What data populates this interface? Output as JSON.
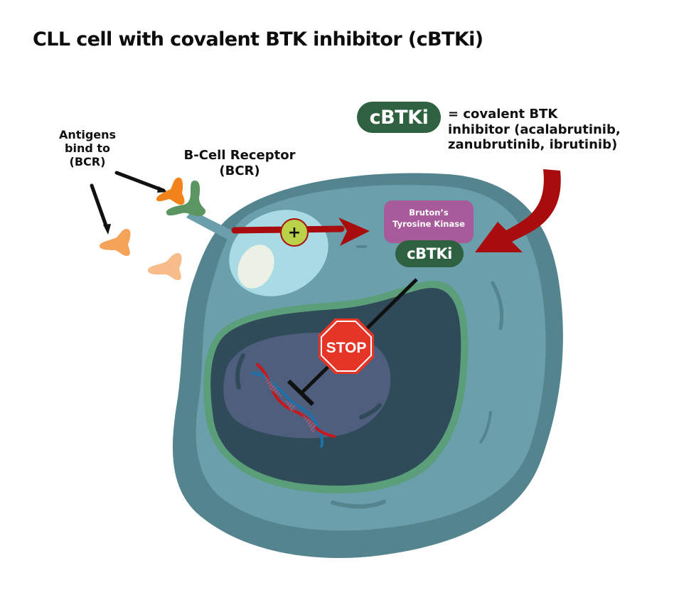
{
  "title": "CLL cell with covalent BTK inhibitor (cBTKi)",
  "labels": {
    "antigens": [
      "Antigens",
      "bind to",
      "(BCR)"
    ],
    "bcr": [
      "B-Cell Receptor",
      "(BCR)"
    ],
    "btk": [
      "Bruton’s",
      "Tyrosine Kinase"
    ],
    "cbtki_on_cell": "cBTKi",
    "stop": "STOP",
    "plus": "+"
  },
  "legend": {
    "pill": "cBTKi",
    "definition": [
      "= covalent BTK",
      "inhibitor (acalabrutinib,",
      "zanubrutinib, ibrutinib)"
    ]
  },
  "colors": {
    "cell_outer": "#54858f",
    "cell_inner": "#6a9fab",
    "nucleus_rim": "#5a9e7a",
    "nucleus_dark": "#2f4a58",
    "nucleus_light": "#4f5e7d",
    "vesicle": "#a8dbe4",
    "vesicle_core": "#edf0e4",
    "arrow_red": "#a80c0c",
    "plus_circle": "#b9d24a",
    "btk_box": "#a85b9a",
    "cbtki_pill": "#2e6140",
    "stop_red": "#e53527",
    "dna_red": "#c8171c",
    "dna_blue": "#1f6fa8",
    "antigen_orange": "#f2821a",
    "antigen_light1": "#f6a35a",
    "antigen_light2": "#f8bc8a",
    "receptor_green": "#5b9561"
  }
}
